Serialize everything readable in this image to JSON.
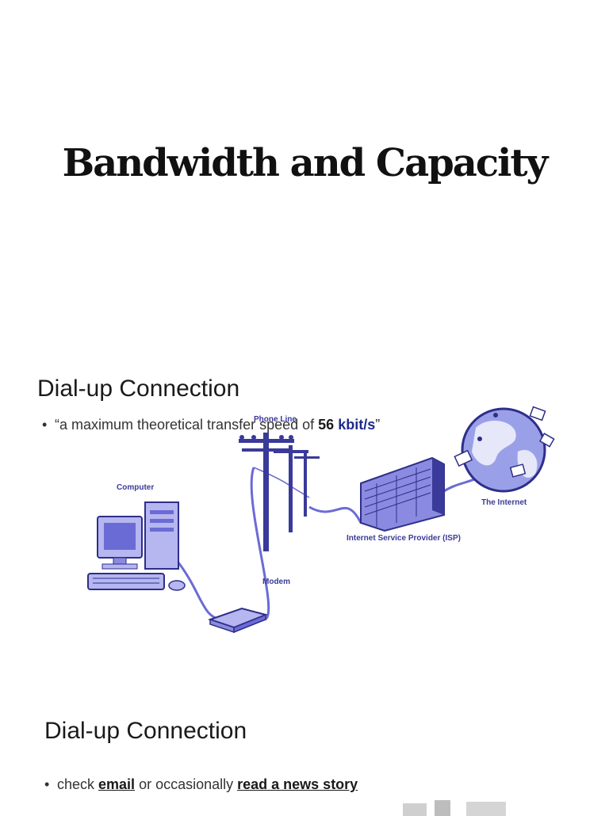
{
  "slide1": {
    "title": "Bandwidth and Capacity"
  },
  "slide2": {
    "heading": "Dial-up Connection",
    "bullet": {
      "prefix": "“a maximum theoretical transfer speed of ",
      "number": "56",
      "unit": "kbit/s",
      "suffix": "”"
    },
    "diagram": {
      "labels": {
        "phone_line": "Phone Line",
        "computer": "Computer",
        "isp": "Internet Service Provider (ISP)",
        "internet": "The Internet",
        "modem": "Modem"
      },
      "icons": [
        "computer-icon",
        "modem-icon",
        "telephone-pole-icon",
        "isp-building-icon",
        "globe-icon"
      ]
    }
  },
  "slide3": {
    "heading": "Dial-up Connection",
    "bullet": {
      "part1": "check ",
      "link1": "email",
      "part2": " or occasionally ",
      "link2": "read a news story"
    }
  },
  "colors": {
    "accent": "#1f2a8a",
    "diagram": "#6b6bd6",
    "diagram_dark": "#2e2e8a"
  }
}
